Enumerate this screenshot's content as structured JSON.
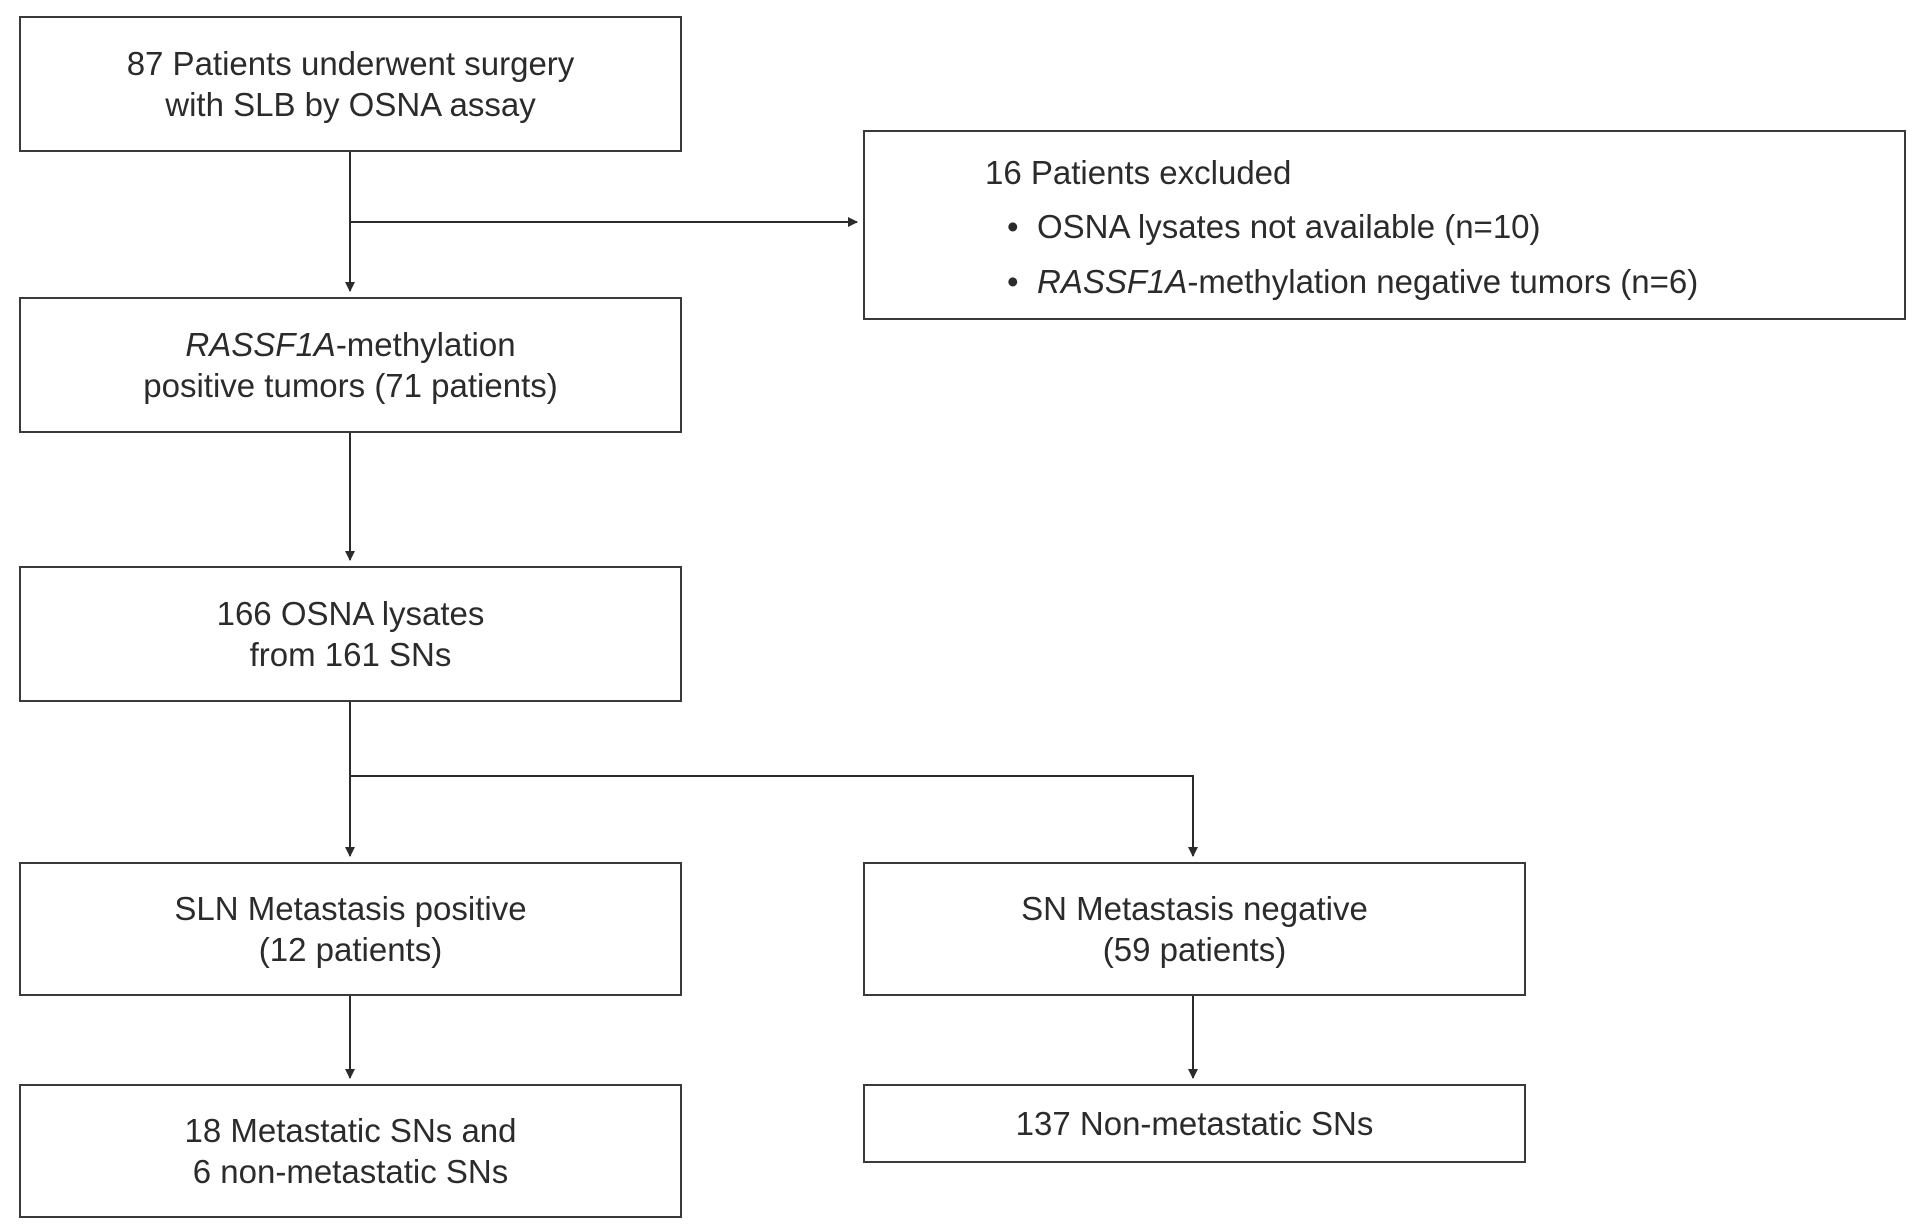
{
  "flowchart": {
    "start": {
      "line1": "87 Patients underwent surgery",
      "line2": "with SLB by OSNA assay"
    },
    "excluded": {
      "title": "16 Patients excluded",
      "items": [
        {
          "gene": "",
          "text": "OSNA lysates not available (n=10)"
        },
        {
          "gene": "RASSF1A",
          "text": "-methylation negative tumors (n=6)"
        }
      ]
    },
    "rassf1a_positive": {
      "gene": "RASSF1A",
      "line1_suffix": "-methylation",
      "line2": "positive tumors (71 patients)"
    },
    "lysates": {
      "line1": "166 OSNA lysates",
      "line2": "from 161 SNs"
    },
    "sln_positive": {
      "line1": "SLN Metastasis positive",
      "line2": "(12 patients)"
    },
    "sn_negative": {
      "line1": "SN Metastasis negative",
      "line2": "(59 patients)"
    },
    "metastatic": {
      "line1": "18 Metastatic SNs and",
      "line2": "6 non-metastatic SNs"
    },
    "non_metastatic": {
      "line1": "137 Non-metastatic SNs"
    },
    "bullet_symbol": "•"
  }
}
